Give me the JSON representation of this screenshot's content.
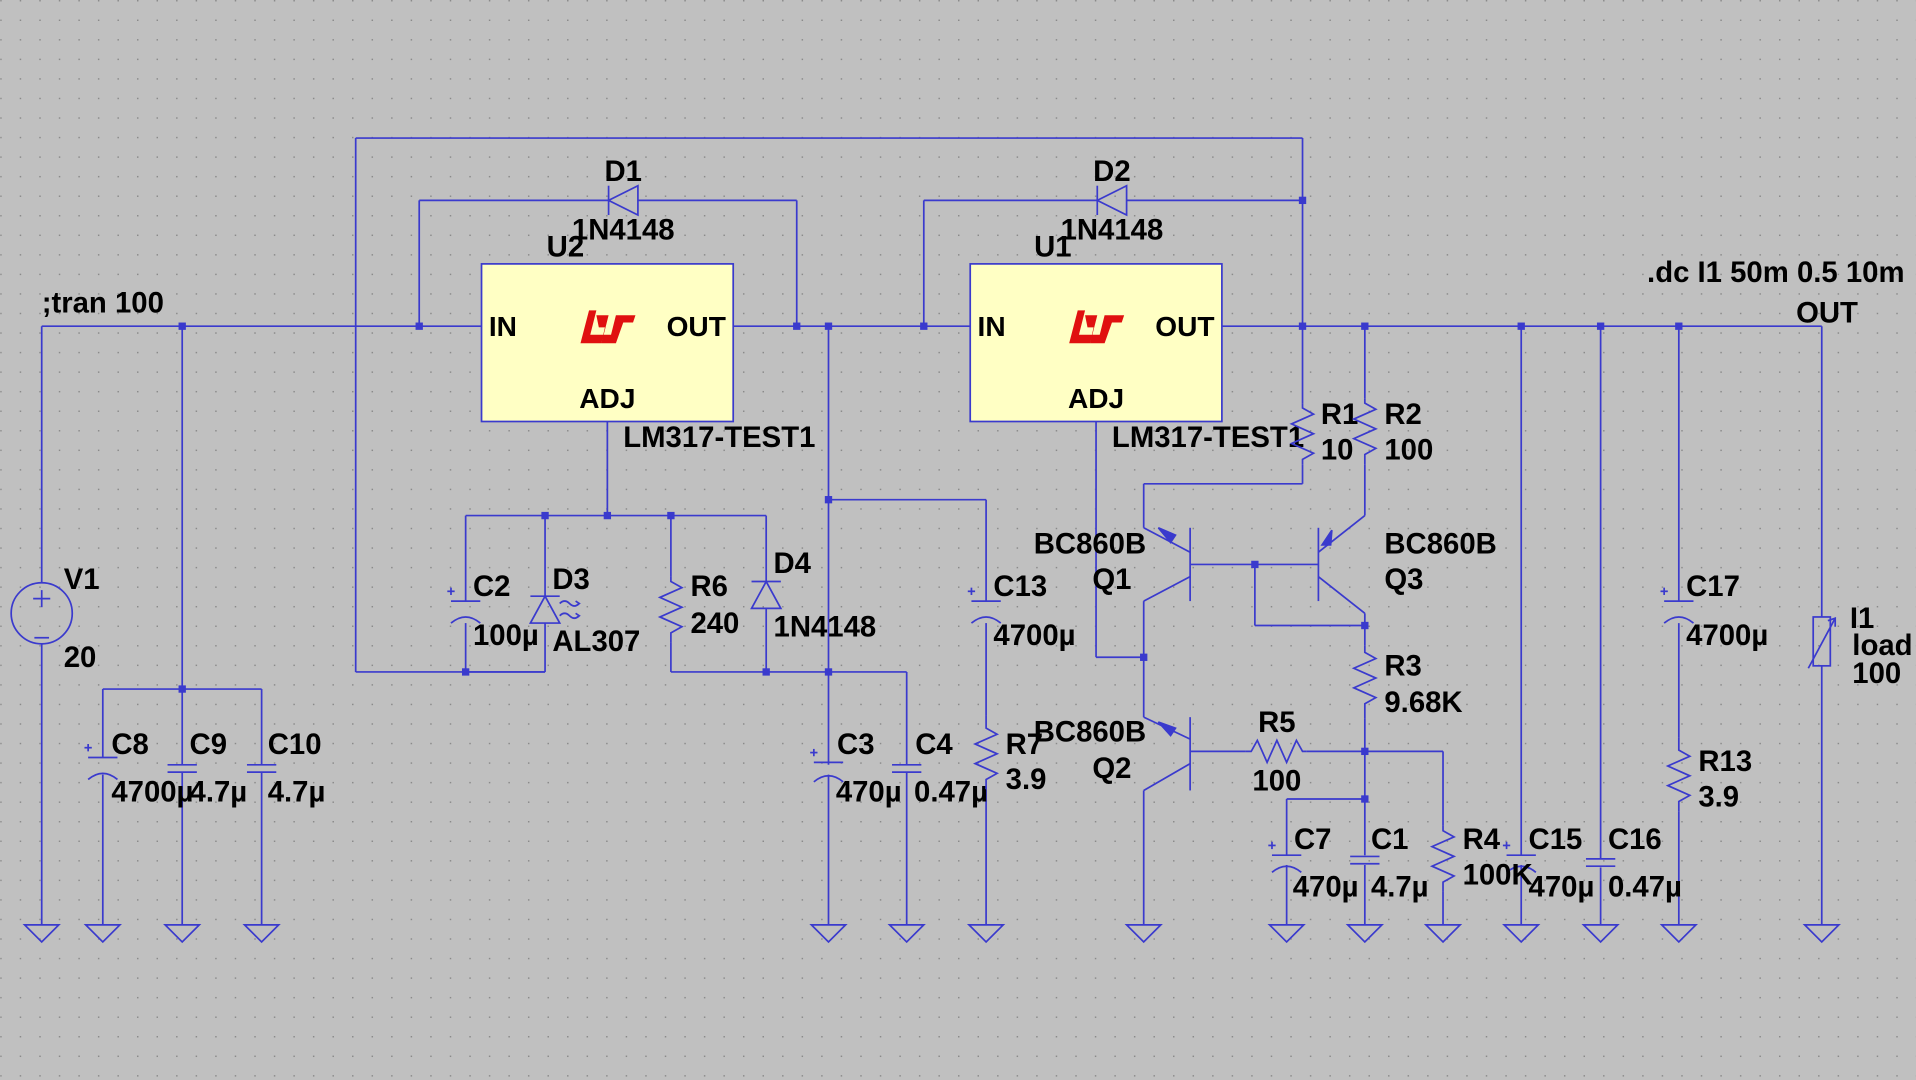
{
  "directives": {
    "tran": ";tran 100",
    "dc": ".dc I1 50m 0.5 10m"
  },
  "net_labels": {
    "out": "OUT"
  },
  "regulators": [
    {
      "ref": "U2",
      "model": "LM317-TEST1",
      "pin_in": "IN",
      "pin_out": "OUT",
      "pin_adj": "ADJ"
    },
    {
      "ref": "U1",
      "model": "LM317-TEST1",
      "pin_in": "IN",
      "pin_out": "OUT",
      "pin_adj": "ADJ"
    }
  ],
  "components": {
    "V1": {
      "ref": "V1",
      "value": "20"
    },
    "I1": {
      "ref": "I1",
      "value1": "load",
      "value2": "100"
    },
    "D1": {
      "ref": "D1",
      "value": "1N4148"
    },
    "D2": {
      "ref": "D2",
      "value": "1N4148"
    },
    "D3": {
      "ref": "D3",
      "value": "AL307"
    },
    "D4": {
      "ref": "D4",
      "value": "1N4148"
    },
    "C1": {
      "ref": "C1",
      "value": "4.7µ"
    },
    "C2": {
      "ref": "C2",
      "value": "100µ"
    },
    "C3": {
      "ref": "C3",
      "value": "470µ"
    },
    "C4": {
      "ref": "C4",
      "value": "0.47µ"
    },
    "C7": {
      "ref": "C7",
      "value": "470µ"
    },
    "C8": {
      "ref": "C8",
      "value": "4700µ"
    },
    "C9": {
      "ref": "C9",
      "value": "4.7µ"
    },
    "C10": {
      "ref": "C10",
      "value": "4.7µ"
    },
    "C13": {
      "ref": "C13",
      "value": "4700µ"
    },
    "C15": {
      "ref": "C15",
      "value": "470µ"
    },
    "C16": {
      "ref": "C16",
      "value": "0.47µ"
    },
    "C17": {
      "ref": "C17",
      "value": "4700µ"
    },
    "R1": {
      "ref": "R1",
      "value": "10"
    },
    "R2": {
      "ref": "R2",
      "value": "100"
    },
    "R3": {
      "ref": "R3",
      "value": "9.68K"
    },
    "R4": {
      "ref": "R4",
      "value": "100K"
    },
    "R5": {
      "ref": "R5",
      "value": "100"
    },
    "R6": {
      "ref": "R6",
      "value": "240"
    },
    "R7": {
      "ref": "R7",
      "value": "3.9"
    },
    "R13": {
      "ref": "R13",
      "value": "3.9"
    },
    "Q1": {
      "ref": "Q1",
      "value": "BC860B"
    },
    "Q2": {
      "ref": "Q2",
      "value": "BC860B"
    },
    "Q3": {
      "ref": "Q3",
      "value": "BC860B"
    }
  },
  "colors": {
    "background": "#c0c0c0",
    "grid_dot": "#8a8a8a",
    "wire": "#3a3acd",
    "ic_fill": "#ffffc4",
    "ic_border": "#3a3acd",
    "logo": "#e01010",
    "text": "#000000"
  }
}
